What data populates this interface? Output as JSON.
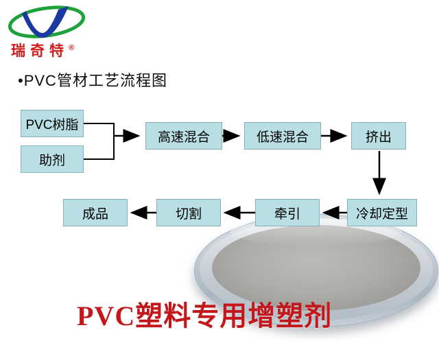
{
  "logo": {
    "brand": "瑞奇特",
    "reg": "®"
  },
  "title": "•PVC管材工艺流程图",
  "flow": {
    "boxes": [
      {
        "id": "pvc",
        "label": "PVC树脂"
      },
      {
        "id": "aux",
        "label": "助剂"
      },
      {
        "id": "high",
        "label": "高速混合"
      },
      {
        "id": "low",
        "label": "低速混合"
      },
      {
        "id": "extrude",
        "label": "挤出"
      },
      {
        "id": "cool",
        "label": "冷却定型"
      },
      {
        "id": "pull",
        "label": "牵引"
      },
      {
        "id": "cut",
        "label": "切割"
      },
      {
        "id": "product",
        "label": "成品"
      }
    ]
  },
  "caption": "PVC塑料专用增塑剂",
  "colors": {
    "box_fill": "#b9dee3",
    "box_border": "#86b0b8",
    "caption_red": "#c2181c",
    "brand_red": "#cf1d1d",
    "logo_green": "#1fa23c",
    "logo_blue": "#1b3aa0"
  }
}
